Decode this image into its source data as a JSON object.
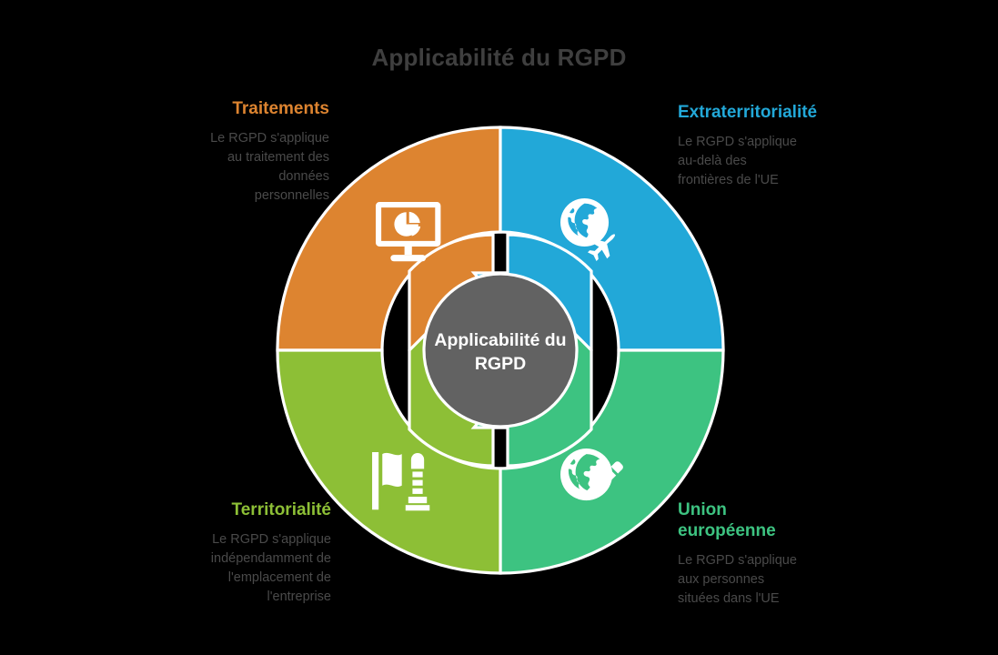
{
  "title": "Applicabilité du RGPD",
  "colors": {
    "background": "#000000",
    "title_text": "#3f3f3f",
    "description_text": "#4a4a4a",
    "center_circle": "#626262",
    "center_text": "#ffffff",
    "divider": "#ffffff",
    "orange": "#dd8430",
    "blue": "#22a8d8",
    "yellow_green": "#8dbf36",
    "teal_green": "#3dc381"
  },
  "center": {
    "label": "Applicabilité du RGPD",
    "line1": "Applicabilité du",
    "line2": "RGPD"
  },
  "quadrants": [
    {
      "id": "traitements",
      "position": "top-left",
      "title": "Traitements",
      "color": "#dd8430",
      "description": "Le RGPD s'applique au traitement des données personnelles",
      "description_lines": [
        "Le RGPD s'applique",
        "au traitement des",
        "données",
        "personnelles"
      ],
      "icon": "monitor-pie-chart-icon"
    },
    {
      "id": "extraterritorialite",
      "position": "top-right",
      "title": "Extraterritorialité",
      "color": "#22a8d8",
      "description": "Le RGPD s'applique au-delà des frontières de l'UE",
      "description_lines": [
        "Le RGPD s'applique",
        "au-delà des",
        "frontières de l'UE"
      ],
      "icon": "globe-airplane-icon"
    },
    {
      "id": "territorialite",
      "position": "bottom-left",
      "title": "Territorialité",
      "color": "#8dbf36",
      "description": "Le RGPD s'applique indépendamment de l'emplacement de l'entreprise",
      "description_lines": [
        "Le RGPD s'applique",
        "indépendamment de",
        "l'emplacement de",
        "l'entreprise"
      ],
      "icon": "map-landmark-icon"
    },
    {
      "id": "union-europeenne",
      "position": "bottom-right",
      "title": "Union européenne",
      "title_lines": [
        "Union",
        "européenne"
      ],
      "color": "#3dc381",
      "description": "Le RGPD s'applique aux personnes situées dans l'UE",
      "description_lines": [
        "Le RGPD s'applique",
        "aux personnes",
        "situées dans l'UE"
      ],
      "icon": "globe-pencil-icon"
    }
  ]
}
